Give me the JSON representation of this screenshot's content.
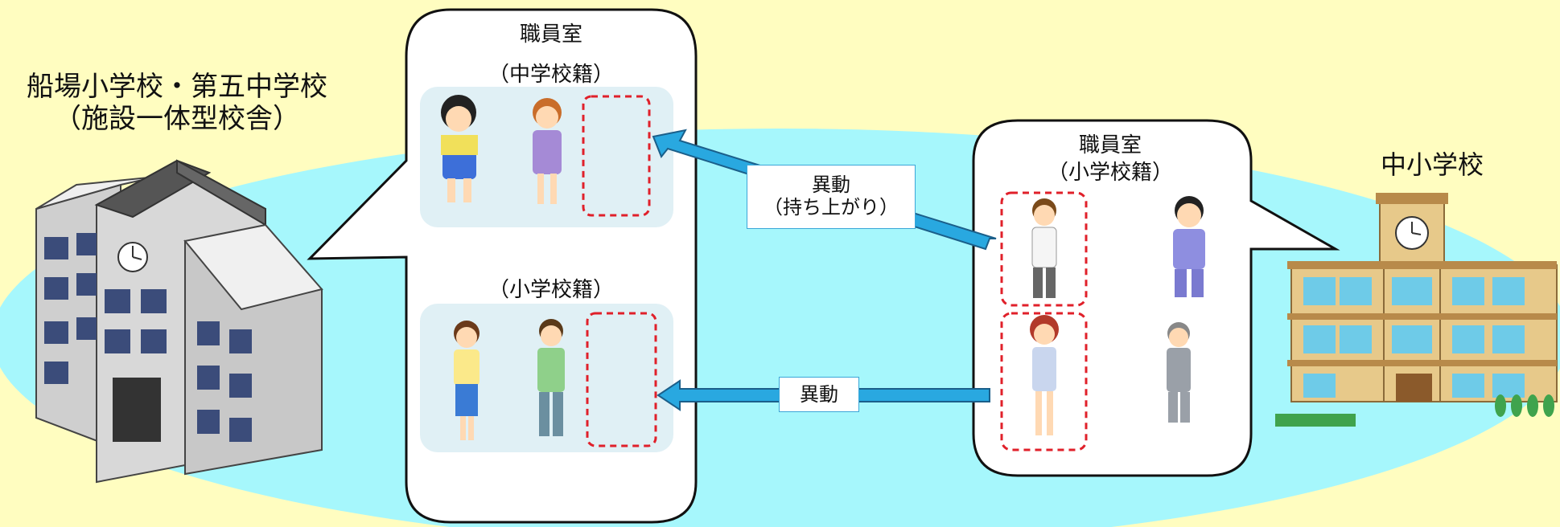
{
  "left_school": {
    "name_line1": "船場小学校・第五中学校",
    "name_line2": "（施設一体型校舎）"
  },
  "right_school": {
    "name": "中小学校"
  },
  "left_staffroom": {
    "title": "職員室",
    "group_junior": "（中学校籍）",
    "group_elementary": "（小学校籍）"
  },
  "right_staffroom": {
    "title": "職員室",
    "subtitle": "（小学校籍）"
  },
  "arrows": {
    "upper_line1": "異動",
    "upper_line2": "（持ち上がり）",
    "lower": "異動"
  },
  "colors": {
    "background": "#fffdc0",
    "ground": "#a6f7fc",
    "arrow": "#29a8e0",
    "dashed_box": "#e0202a",
    "group_panel": "#e0f0f5"
  }
}
